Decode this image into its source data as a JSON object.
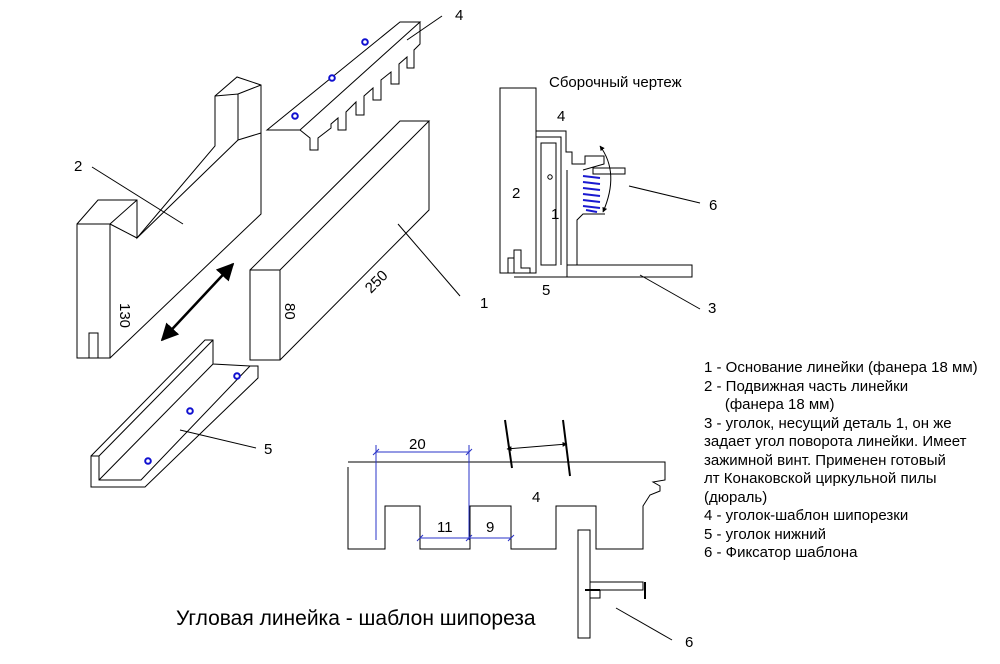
{
  "title": "Угловая линейка - шаблон шипореза",
  "assembly_title": "Сборочный чертеж",
  "part_labels": {
    "p1": "1",
    "p2": "2",
    "p4": "4",
    "p5": "5",
    "a1": "1",
    "a2": "2",
    "a3": "3",
    "a4": "4",
    "a5": "5",
    "a6": "6",
    "t4": "4",
    "t6": "6"
  },
  "dimensions": {
    "d130": "130",
    "d80": "80",
    "d250": "250",
    "d20": "20",
    "d11": "11",
    "d9": "9"
  },
  "legend": [
    "1 - Основание линейки (фанера 18 мм)",
    "2 - Подвижная часть линейки",
    "     (фанера 18 мм)",
    "3 - уголок, несущий деталь 1, он же",
    "задает угол поворота линейки. Имеет",
    "зажимной винт. Применен готовый",
    "лт Конаковской циркульной пилы",
    "(дюраль)",
    "4 - уголок-шаблон шипорезки",
    "5 - уголок нижний",
    "6 - Фиксатор шаблона"
  ],
  "colors": {
    "line": "#000000",
    "dimension": "#2a33c8",
    "spring": "#1a1ad0",
    "screw": "#1010d0"
  }
}
